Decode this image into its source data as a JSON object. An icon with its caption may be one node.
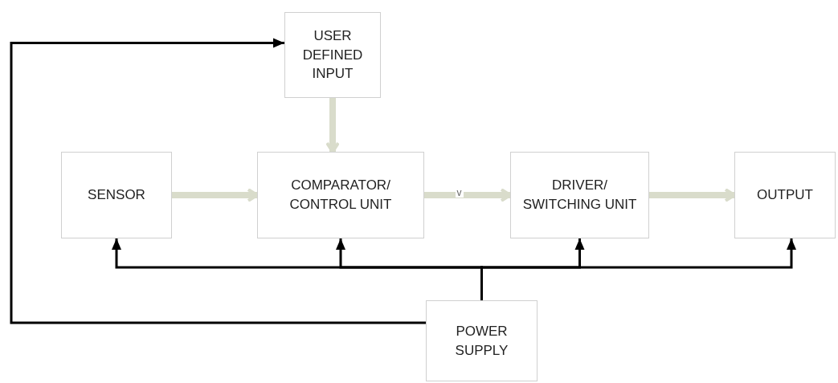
{
  "diagram": {
    "nodes": [
      {
        "text": [
          "USER DEFINED INPUT"
        ]
      },
      {
        "text": [
          "SENSOR"
        ]
      },
      {
        "text": [
          "COMPARATOR/ CONTROL UNIT"
        ]
      },
      {
        "text": [
          "DRIVER/ SWITCHING UNIT"
        ]
      },
      {
        "text": [
          "OUTPUT"
        ]
      },
      {
        "text": [
          "POWER SUPPLY"
        ]
      }
    ],
    "edges": [
      {
        "from": 0,
        "to": 2,
        "arrow": "to",
        "style": "thick",
        "color": "#d9dccb"
      },
      {
        "from": 1,
        "to": 2,
        "arrow": "to",
        "style": "thick",
        "color": "#d9dccb"
      },
      {
        "from": 2,
        "to": 3,
        "arrow": "to",
        "label": "v",
        "style": "thick",
        "color": "#d9dccb"
      },
      {
        "from": 3,
        "to": 4,
        "arrow": "to",
        "style": "thick",
        "color": "#d9dccb"
      },
      {
        "from": 5,
        "to": 1,
        "arrow": "to"
      },
      {
        "from": 5,
        "to": 2,
        "arrow": "to"
      },
      {
        "from": 5,
        "to": 3,
        "arrow": "to"
      },
      {
        "from": 5,
        "to": 4,
        "arrow": "to"
      },
      {
        "from": 5,
        "to": 0,
        "arrow": "to"
      }
    ]
  }
}
